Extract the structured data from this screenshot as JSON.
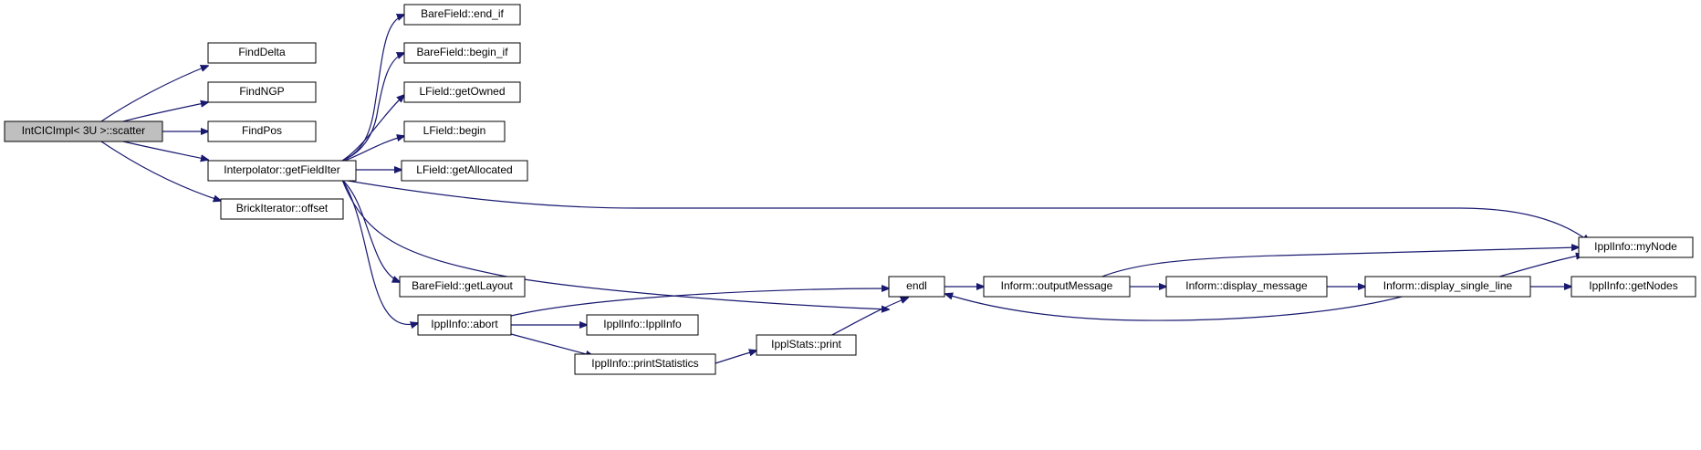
{
  "nodes": {
    "scatter": "IntCICImpl< 3U >::scatter",
    "find_delta": "FindDelta",
    "find_ngp": "FindNGP",
    "find_pos": "FindPos",
    "get_field_iter": "Interpolator::getFieldIter",
    "brick_offset": "BrickIterator::offset",
    "end_if": "BareField::end_if",
    "begin_if": "BareField::begin_if",
    "get_owned": "LField::getOwned",
    "lfield_begin": "LField::begin",
    "get_allocated": "LField::getAllocated",
    "get_layout": "BareField::getLayout",
    "endl": "endl",
    "abort": "IpplInfo::abort",
    "ippl_info_ctor": "IpplInfo::IpplInfo",
    "print_statistics": "IpplInfo::printStatistics",
    "stats_print": "IpplStats::print",
    "output_message": "Inform::outputMessage",
    "display_message": "Inform::display_message",
    "display_single_line": "Inform::display_single_line",
    "my_node": "IpplInfo::myNode",
    "get_nodes": "IpplInfo::getNodes"
  },
  "colors": {
    "root_fill": "#bfbfbf",
    "node_fill": "#ffffff",
    "node_border": "#000000",
    "edge": "#191970"
  }
}
